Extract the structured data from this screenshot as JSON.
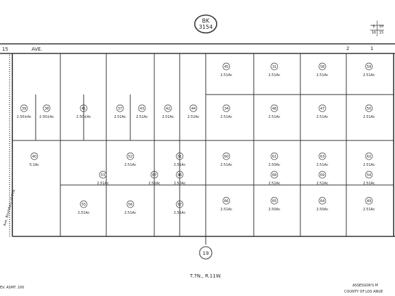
{
  "header": {
    "book_label": "BK",
    "book_number": "3154",
    "corner_grid": [
      "9",
      "10",
      "16",
      "15"
    ]
  },
  "street": {
    "name": "AVE.",
    "left_code": "15",
    "right_codes": [
      "2",
      "1"
    ]
  },
  "parcels": [
    {
      "id": "39",
      "area": "2.50±Ac"
    },
    {
      "id": "38",
      "area": "2.50±Ac"
    },
    {
      "id": "41",
      "area": "2.50±Ac"
    },
    {
      "id": "37",
      "area": "2.51Ac"
    },
    {
      "id": "43",
      "area": "2.51Ac"
    },
    {
      "id": "42",
      "area": "2.51Ac"
    },
    {
      "id": "44",
      "area": "2.51Ac"
    },
    {
      "id": "45",
      "area": "2.51Ac"
    },
    {
      "id": "31",
      "area": "2.51Ac"
    },
    {
      "id": "58",
      "area": "2.51Ac"
    },
    {
      "id": "59",
      "area": "2.51Ac"
    },
    {
      "id": "40",
      "area": "5.1Ac"
    },
    {
      "id": "52",
      "area": "2.51Ac"
    },
    {
      "id": "51",
      "area": "2.51Ac"
    },
    {
      "id": "60",
      "area": "2.51Ac"
    },
    {
      "id": "61",
      "area": "2.50Ac"
    },
    {
      "id": "63",
      "area": "2.51Ac"
    },
    {
      "id": "62",
      "area": "2.51Ac"
    },
    {
      "id": "34",
      "area": "2.51Ac"
    },
    {
      "id": "48",
      "area": "2.51Ac"
    },
    {
      "id": "47",
      "area": "2.51Ac"
    },
    {
      "id": "50",
      "area": "2.51Ac"
    },
    {
      "id": "55",
      "area": "2.51Ac"
    },
    {
      "id": "56",
      "area": "2.51Ac"
    },
    {
      "id": "57",
      "area": "2.51Ac"
    },
    {
      "id": "66",
      "area": "2.51Ac"
    },
    {
      "id": "65",
      "area": "2.50Ac"
    },
    {
      "id": "64",
      "area": "2.50Ac"
    },
    {
      "id": "49",
      "area": "2.51Ac"
    },
    {
      "id": "67",
      "area": "2.51Ac"
    },
    {
      "id": "68",
      "area": "2.51Ac"
    },
    {
      "id": "69",
      "area": "2.51Ac"
    },
    {
      "id": "54",
      "area": "2.51Ac"
    },
    {
      "id": "53",
      "area": "2.51Ac"
    },
    {
      "id": "46",
      "area": "2.50Ac"
    }
  ],
  "section_number": "19",
  "township": "T.7N., R.11W.",
  "left_vertical_text": "Ave. Boundary of T7N",
  "footer": {
    "left": "EV. ASMT. 200",
    "assessor_line1": "ASSESSOR'S M",
    "assessor_line2": "COUNTY OF LOS ANGE"
  }
}
